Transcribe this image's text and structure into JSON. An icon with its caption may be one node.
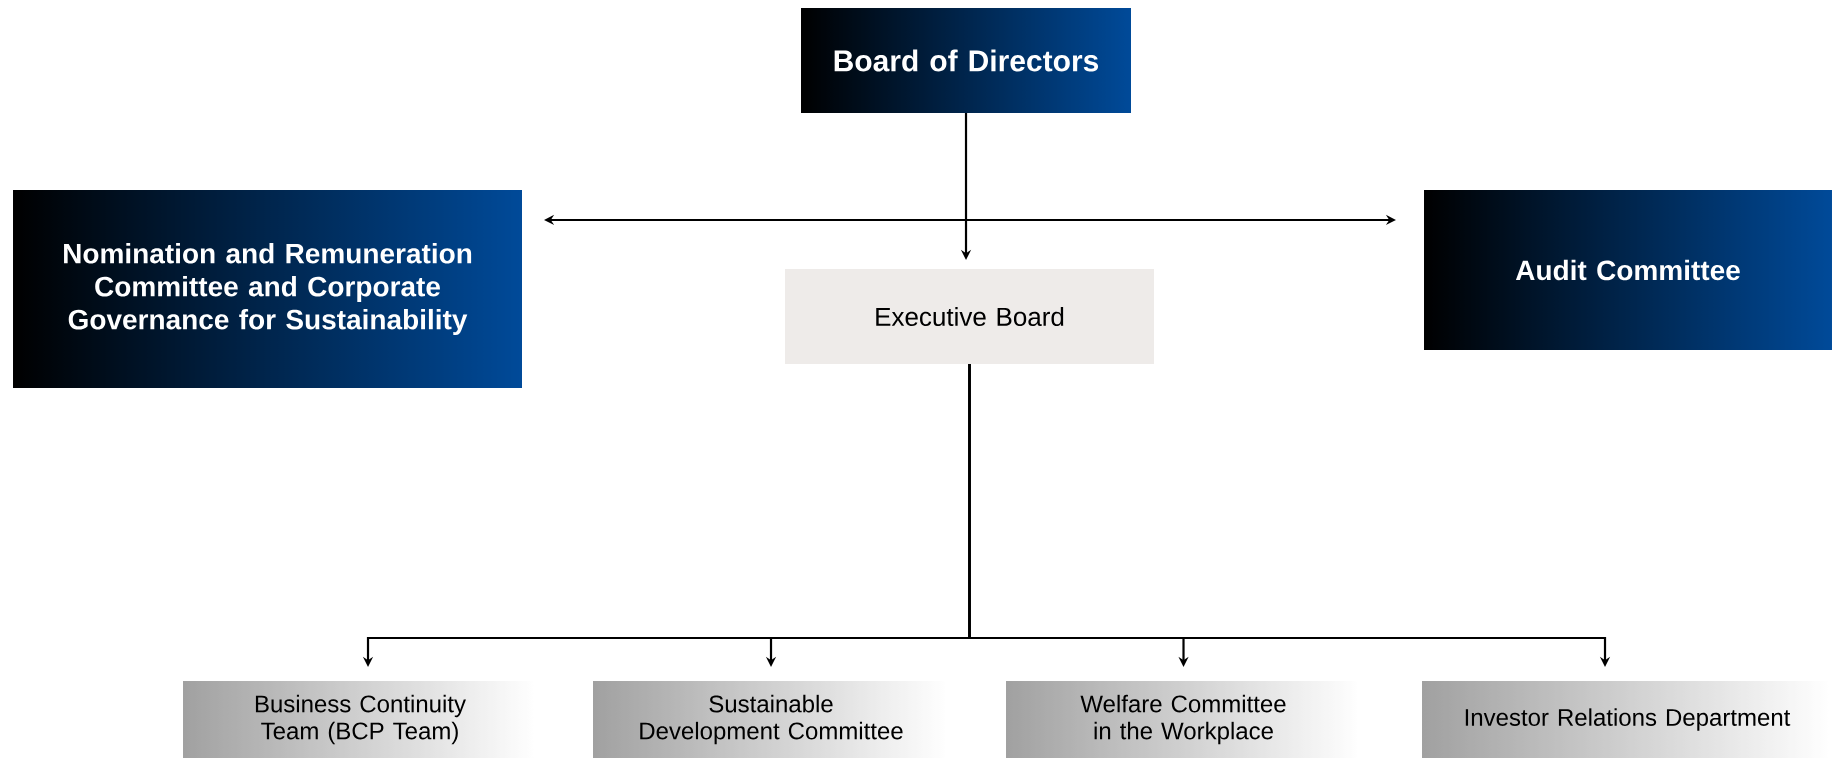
{
  "diagram": {
    "nodes": [
      {
        "text": [
          "Board of Directors"
        ]
      },
      {
        "text": [
          "Nomination and Remuneration Committee and Corporate Governance for Sustainability"
        ]
      },
      {
        "text": [
          "Audit Committee"
        ]
      },
      {
        "text": [
          "Executive Board"
        ]
      },
      {
        "text": [
          "Business Continuity Team (BCP Team)"
        ]
      },
      {
        "text": [
          "Sustainable Development Committee"
        ]
      },
      {
        "text": [
          "Welfare Committee in the Workplace"
        ]
      },
      {
        "text": [
          "Investor Relations Department"
        ]
      }
    ],
    "edges": [
      {
        "from": 1,
        "to": 2,
        "arrow": "both"
      },
      {
        "from": 0,
        "to": 3,
        "arrow": "to"
      },
      {
        "from": 3,
        "to": 4,
        "arrow": "to"
      },
      {
        "from": 3,
        "to": 5,
        "arrow": "to"
      },
      {
        "from": 3,
        "to": 6,
        "arrow": "to"
      },
      {
        "from": 3,
        "to": 7,
        "arrow": "to"
      }
    ]
  }
}
